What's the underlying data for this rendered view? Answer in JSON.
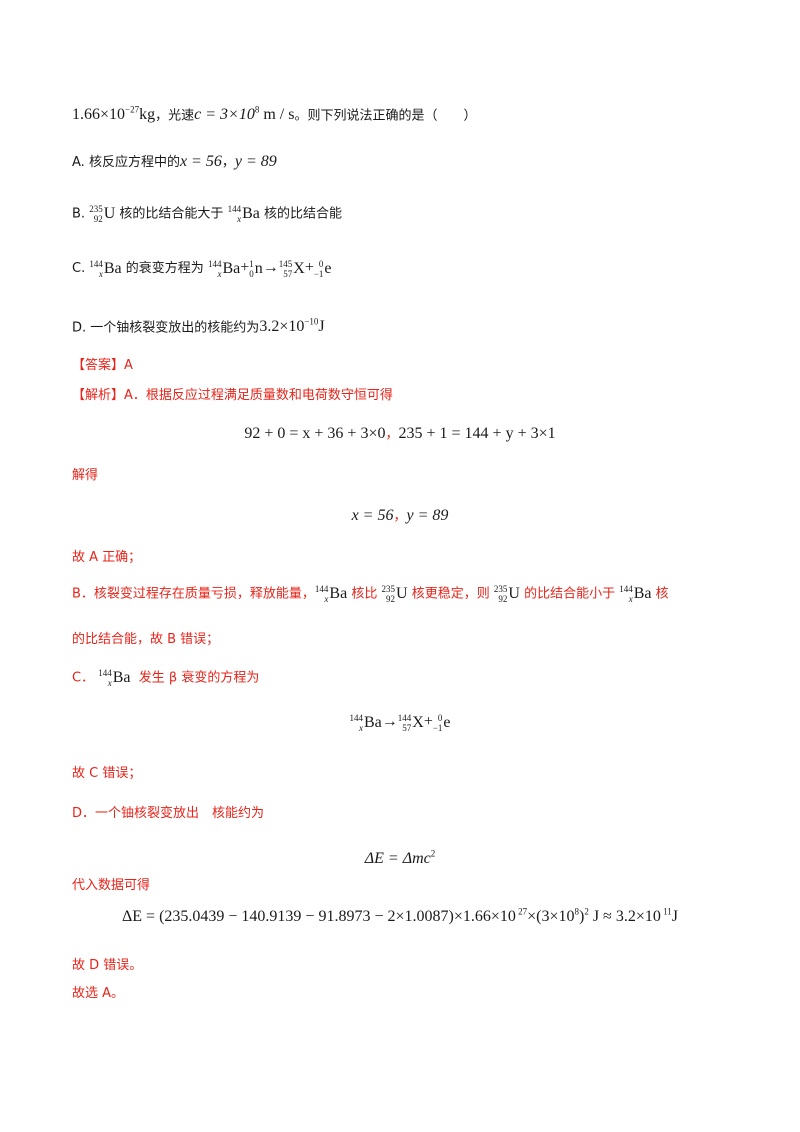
{
  "q": {
    "intro_mass": "1.66×10",
    "intro_mass_exp": "−27",
    "intro_mass_unit": "kg",
    "intro_mid": "，光速",
    "intro_c": "c = 3×10",
    "intro_c_exp": "8",
    "intro_c_unit": " m / s",
    "intro_tail": "。则下列说法正确的是（　　）",
    "optA_label": "A.",
    "optA_text": "核反应方程中的",
    "optA_x": "x = 56",
    "optA_sep": "，",
    "optA_y": "y = 89",
    "optB_label": "B.",
    "optB_mid": "核的比结合能大于",
    "optB_tail": "核的比结合能",
    "optC_label": "C.",
    "optC_mid": "的衰变方程为",
    "optC_eq_plus": "+",
    "optC_eq_arrow": "→",
    "optC_eq_plus2": "+",
    "optD_label": "D.",
    "optD_text": "一个铀核裂变放出的核能约为",
    "optD_val": "3.2×10",
    "optD_exp": "−10",
    "optD_unit": "J"
  },
  "nuclides": {
    "U235": {
      "mass": "235",
      "charge": "92",
      "symbol": "U"
    },
    "Ba144": {
      "mass": "144",
      "charge": "x",
      "symbol": "Ba"
    },
    "n": {
      "mass": "1",
      "charge": "0",
      "symbol": "n"
    },
    "X145": {
      "mass": "145",
      "charge": "57",
      "symbol": "X"
    },
    "X144": {
      "mass": "144",
      "charge": "57",
      "symbol": "X"
    },
    "e": {
      "mass": "0",
      "charge": "−1",
      "symbol": "e"
    }
  },
  "ans": {
    "answer_tag": "【答案】",
    "answer_val": "A",
    "analysis_tag": "【解析】",
    "A_text": "A．根据反应过程满足质量数和电荷数守恒可得",
    "eq1_left": "92 + 0 = x + 36 + 3×0",
    "eq1_sep": "，",
    "eq1_right": "235 + 1 = 144 + y + 3×1",
    "solve_label": "解得",
    "eq2_x": "x = 56",
    "eq2_sep": "，",
    "eq2_y": "y = 89",
    "A_conclude": "故 A 正确；",
    "B_text1": "B．核裂变过程存在质量亏损，释放能量，",
    "B_text2": "核比",
    "B_text3": "核更稳定，则",
    "B_text4": "的比结合能小于",
    "B_text5": "核",
    "B_text6": "的比结合能，故 B 错误；",
    "C_label": "C．",
    "C_text": "发生 β 衰变的方程为",
    "C_conclude": "故 C 错误；",
    "D_text": "D．一个铀核裂变放出　核能约为",
    "eq_dE": "ΔE = Δmc",
    "eq_dE_exp": "2",
    "sub_label": "代入数据可得",
    "calc_lhs": "ΔE = (235.0439 − 140.9139 − 91.8973 − 2×1.0087)×1.66×10",
    "calc_exp1": " 27",
    "calc_mid": "×(3×10",
    "calc_exp2": "8",
    "calc_mid2": ")",
    "calc_exp3": "2",
    "calc_rhs": " J ≈ 3.2×10",
    "calc_exp4": " 11",
    "calc_unit": "J",
    "D_conclude": "故 D 错误。",
    "final": "故选 A。"
  }
}
